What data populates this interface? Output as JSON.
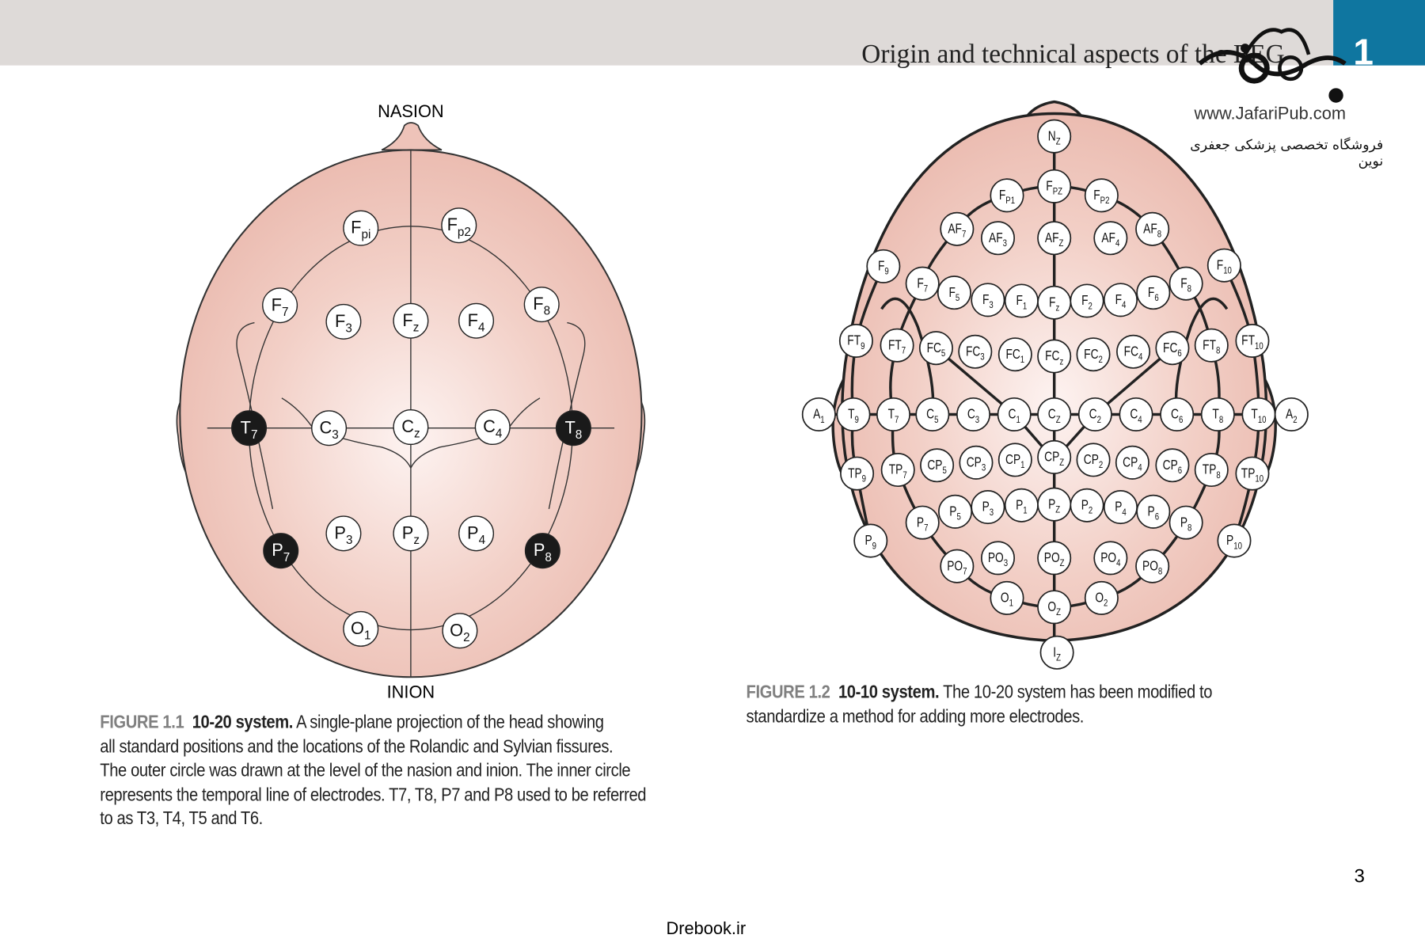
{
  "header": {
    "running_title": "Origin and technical aspects of the EEG",
    "chapter_number": "1",
    "accent_color": "#0f76a0"
  },
  "watermark": {
    "site": "www.JafariPub.com",
    "persian_text": "فروشگاه تخصصی پزشکی جعفری نوین"
  },
  "figure1": {
    "top_label": "NASION",
    "bottom_label": "INION",
    "electrodes": [
      [
        "F",
        "pi"
      ],
      [
        "F",
        "p2"
      ],
      [
        "F",
        "7"
      ],
      [
        "F",
        "3"
      ],
      [
        "F",
        "z"
      ],
      [
        "F",
        "4"
      ],
      [
        "F",
        "8"
      ],
      [
        "T",
        "7"
      ],
      [
        "C",
        "3"
      ],
      [
        "C",
        "z"
      ],
      [
        "C",
        "4"
      ],
      [
        "T",
        "8"
      ],
      [
        "P",
        "7"
      ],
      [
        "P",
        "3"
      ],
      [
        "P",
        "z"
      ],
      [
        "P",
        "4"
      ],
      [
        "P",
        "8"
      ],
      [
        "O",
        "1"
      ],
      [
        "O",
        "2"
      ]
    ],
    "dark_electrodes": [
      "T7",
      "T8",
      "P7",
      "P8"
    ],
    "caption": {
      "number": "FIGURE 1.1",
      "title": "10-20 system.",
      "lines": [
        "A single-plane projection of the head showing",
        "all standard positions and the locations of the Rolandic and Sylvian fissures.",
        "The outer circle was drawn at the level of the nasion and inion. The inner circle",
        "represents the temporal line of electrodes. T7, T8, P7 and P8 used to be referred",
        "to as T3, T4, T5 and T6."
      ]
    }
  },
  "figure2": {
    "electrodes": [
      [
        "N",
        "Z"
      ],
      [
        "F",
        "P1"
      ],
      [
        "F",
        "PZ"
      ],
      [
        "F",
        "P2"
      ],
      [
        "AF",
        "7"
      ],
      [
        "AF",
        "3"
      ],
      [
        "AF",
        "Z"
      ],
      [
        "AF",
        "4"
      ],
      [
        "AF",
        "8"
      ],
      [
        "F",
        "9"
      ],
      [
        "F",
        "10"
      ],
      [
        "F",
        "7"
      ],
      [
        "F",
        "5"
      ],
      [
        "F",
        "3"
      ],
      [
        "F",
        "1"
      ],
      [
        "F",
        "z"
      ],
      [
        "F",
        "2"
      ],
      [
        "F",
        "4"
      ],
      [
        "F",
        "6"
      ],
      [
        "F",
        "8"
      ],
      [
        "FT",
        "9"
      ],
      [
        "FT",
        "7"
      ],
      [
        "FC",
        "5"
      ],
      [
        "FC",
        "3"
      ],
      [
        "FC",
        "1"
      ],
      [
        "FC",
        "z"
      ],
      [
        "FC",
        "2"
      ],
      [
        "FC",
        "4"
      ],
      [
        "FC",
        "6"
      ],
      [
        "FT",
        "8"
      ],
      [
        "FT",
        "10"
      ],
      [
        "A",
        "1"
      ],
      [
        "T",
        "9"
      ],
      [
        "T",
        "7"
      ],
      [
        "C",
        "5"
      ],
      [
        "C",
        "3"
      ],
      [
        "C",
        "1"
      ],
      [
        "C",
        "Z"
      ],
      [
        "C",
        "2"
      ],
      [
        "C",
        "4"
      ],
      [
        "C",
        "6"
      ],
      [
        "T",
        "8"
      ],
      [
        "T",
        "10"
      ],
      [
        "A",
        "2"
      ],
      [
        "TP",
        "9"
      ],
      [
        "TP",
        "7"
      ],
      [
        "CP",
        "5"
      ],
      [
        "CP",
        "3"
      ],
      [
        "CP",
        "1"
      ],
      [
        "CP",
        "Z"
      ],
      [
        "CP",
        "2"
      ],
      [
        "CP",
        "4"
      ],
      [
        "CP",
        "6"
      ],
      [
        "TP",
        "8"
      ],
      [
        "TP",
        "10"
      ],
      [
        "P",
        "9"
      ],
      [
        "P",
        "7"
      ],
      [
        "P",
        "5"
      ],
      [
        "P",
        "3"
      ],
      [
        "P",
        "1"
      ],
      [
        "P",
        "Z"
      ],
      [
        "P",
        "2"
      ],
      [
        "P",
        "4"
      ],
      [
        "P",
        "6"
      ],
      [
        "P",
        "8"
      ],
      [
        "P",
        "10"
      ],
      [
        "PO",
        "7"
      ],
      [
        "PO",
        "3"
      ],
      [
        "PO",
        "Z"
      ],
      [
        "PO",
        "4"
      ],
      [
        "PO",
        "8"
      ],
      [
        "O",
        "1"
      ],
      [
        "O",
        "Z"
      ],
      [
        "O",
        "2"
      ],
      [
        "I",
        "Z"
      ]
    ],
    "caption": {
      "number": "FIGURE 1.2",
      "title": "10-10 system.",
      "lines": [
        "The 10-20 system has been modified to",
        "standardize a method for adding more electrodes."
      ]
    }
  },
  "page_number": "3",
  "footer": "Drebook.ir"
}
